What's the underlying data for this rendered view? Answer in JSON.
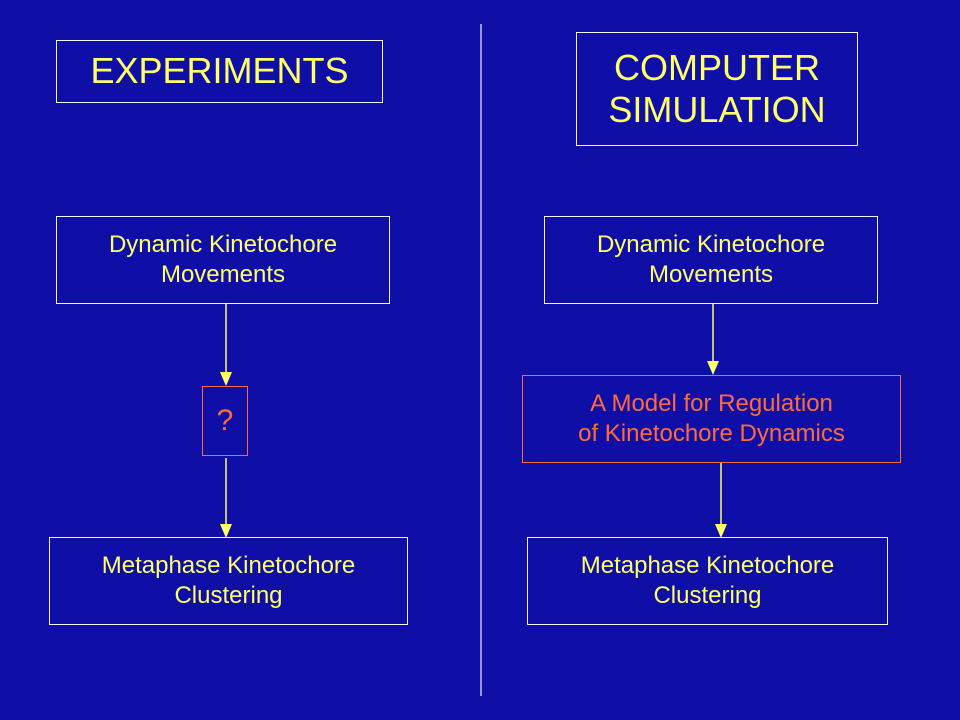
{
  "colors": {
    "background": "#0F0FA8",
    "text": "#FFFF66",
    "highlight": "#FF6A3A",
    "border": "#F5F5F0",
    "arrow": "#FFFF66"
  },
  "left": {
    "heading": "EXPERIMENTS",
    "top_box": {
      "line1": "Dynamic Kinetochore",
      "line2": "Movements"
    },
    "middle_box": {
      "text": "?"
    },
    "bottom_box": {
      "line1": "Metaphase Kinetochore",
      "line2": "Clustering"
    }
  },
  "right": {
    "heading": {
      "line1": "COMPUTER",
      "line2": "SIMULATION"
    },
    "top_box": {
      "line1": "Dynamic Kinetochore",
      "line2": "Movements"
    },
    "middle_box": {
      "line1": "A Model for Regulation",
      "line2": "of Kinetochore Dynamics"
    },
    "bottom_box": {
      "line1": "Metaphase Kinetochore",
      "line2": "Clustering"
    }
  }
}
